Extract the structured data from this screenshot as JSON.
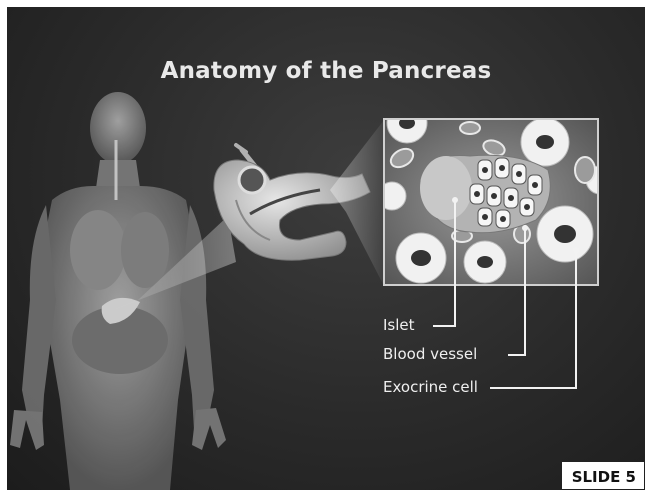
{
  "title": "Anatomy of the Pancreas",
  "labels": {
    "islet": "Islet",
    "blood_vessel": "Blood vessel",
    "exocrine_cell": "Exocrine cell"
  },
  "slide_number": "SLIDE 5"
}
